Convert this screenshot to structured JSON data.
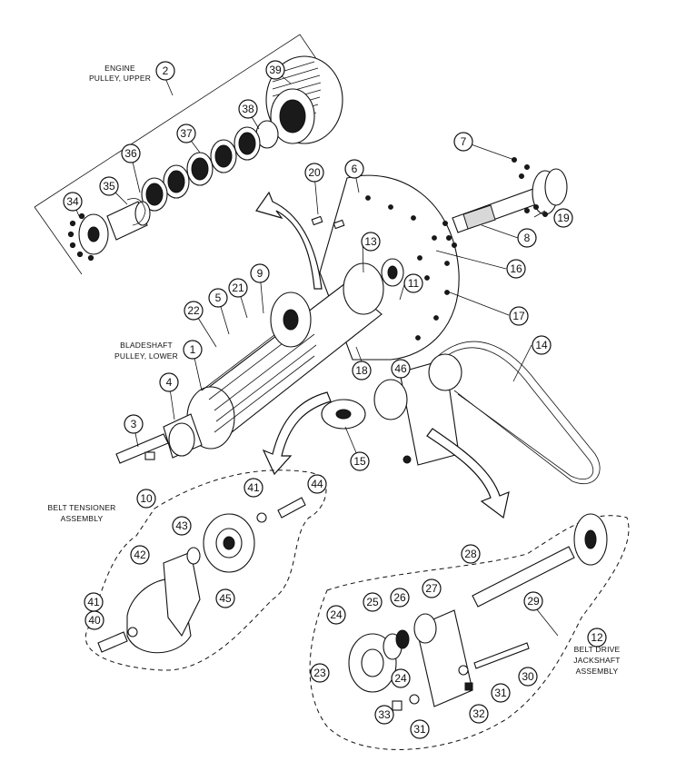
{
  "labels": {
    "engine_pulley": [
      "ENGINE",
      "PULLEY, UPPER"
    ],
    "bladeshaft_pulley": [
      "BLADESHAFT",
      "PULLEY, LOWER"
    ],
    "belt_tensioner": [
      "BELT TENSIONER",
      "ASSEMBLY"
    ],
    "belt_drive": [
      "BELT DRIVE",
      "JACKSHAFT",
      "ASSEMBLY"
    ]
  },
  "balloons": [
    {
      "n": "1"
    },
    {
      "n": "2"
    },
    {
      "n": "3"
    },
    {
      "n": "4"
    },
    {
      "n": "5"
    },
    {
      "n": "6"
    },
    {
      "n": "7"
    },
    {
      "n": "8"
    },
    {
      "n": "9"
    },
    {
      "n": "10"
    },
    {
      "n": "11"
    },
    {
      "n": "12"
    },
    {
      "n": "13"
    },
    {
      "n": "14"
    },
    {
      "n": "15"
    },
    {
      "n": "16"
    },
    {
      "n": "17"
    },
    {
      "n": "18"
    },
    {
      "n": "19"
    },
    {
      "n": "20"
    },
    {
      "n": "21"
    },
    {
      "n": "22"
    },
    {
      "n": "23"
    },
    {
      "n": "24"
    },
    {
      "n": "24"
    },
    {
      "n": "25"
    },
    {
      "n": "26"
    },
    {
      "n": "27"
    },
    {
      "n": "28"
    },
    {
      "n": "29"
    },
    {
      "n": "30"
    },
    {
      "n": "31"
    },
    {
      "n": "31"
    },
    {
      "n": "32"
    },
    {
      "n": "33"
    },
    {
      "n": "34"
    },
    {
      "n": "35"
    },
    {
      "n": "36"
    },
    {
      "n": "37"
    },
    {
      "n": "38"
    },
    {
      "n": "39"
    },
    {
      "n": "40"
    },
    {
      "n": "41"
    },
    {
      "n": "41"
    },
    {
      "n": "42"
    },
    {
      "n": "43"
    },
    {
      "n": "44"
    },
    {
      "n": "45"
    },
    {
      "n": "46"
    }
  ]
}
